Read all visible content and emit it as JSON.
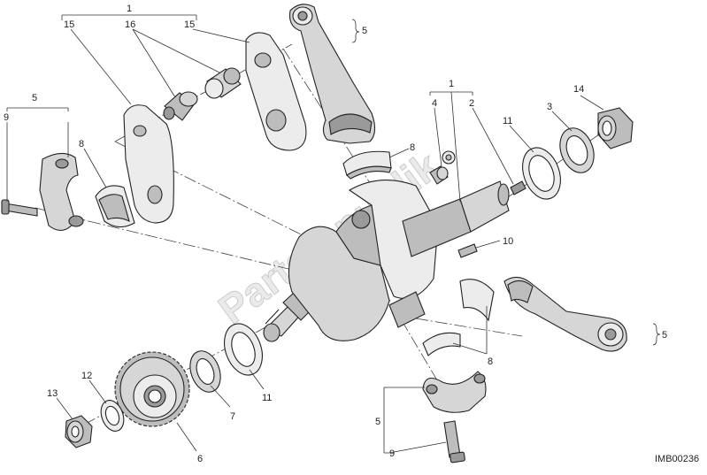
{
  "diagram": {
    "reference_code": "IMB00236",
    "watermark": "Partsrepublik",
    "labels": {
      "l1a": "1",
      "l15a": "15",
      "l16": "16",
      "l15b": "15",
      "l5a": "5",
      "l5b": "5",
      "l9a": "9",
      "l8a": "8",
      "l1b": "1",
      "l4": "4",
      "l2": "2",
      "l11a": "11",
      "l3": "3",
      "l14": "14",
      "l8b": "8",
      "l10": "10",
      "l5c": "5",
      "l8c": "8",
      "l12": "12",
      "l13": "13",
      "l7": "7",
      "l11b": "11",
      "l6": "6",
      "l5d": "5",
      "l9b": "9"
    }
  }
}
